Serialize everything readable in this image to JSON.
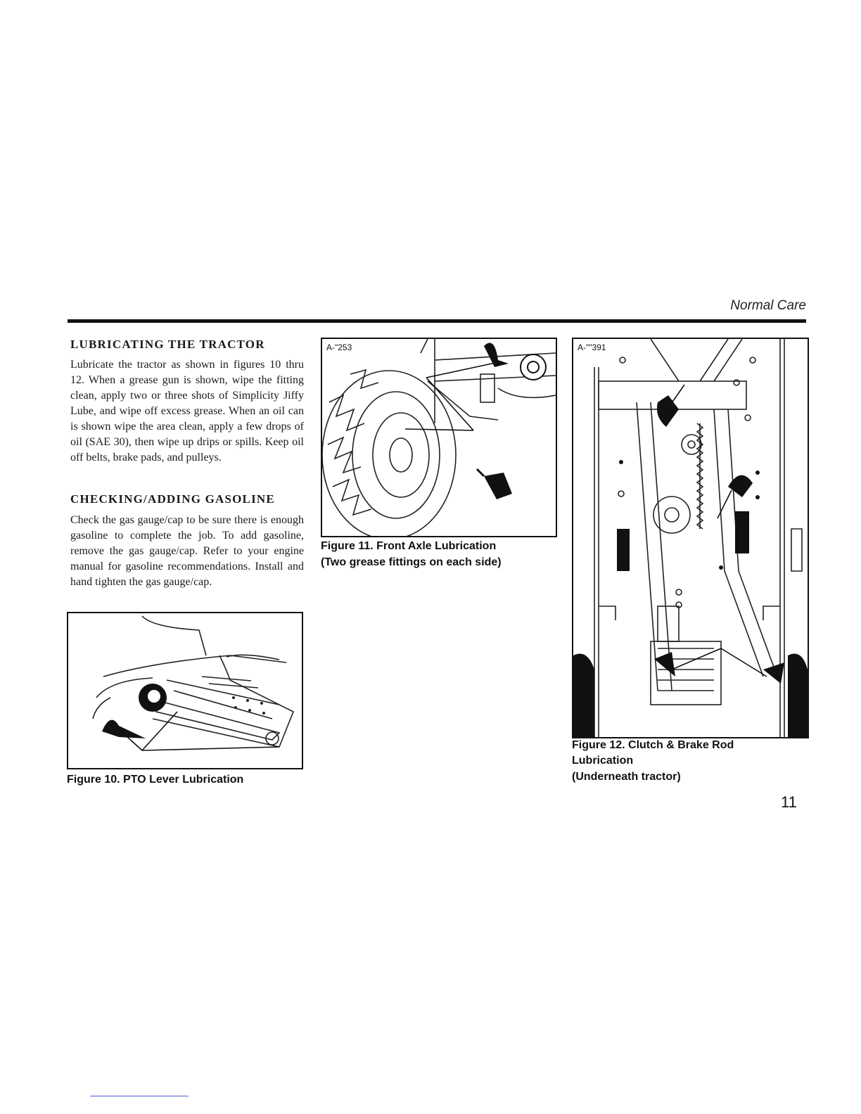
{
  "header": {
    "section_title": "Normal Care"
  },
  "sections": [
    {
      "heading": "LUBRICATING THE TRACTOR",
      "body": "Lubricate the tractor as shown in figures 10 thru 12. When a grease gun is shown, wipe the fitting clean, apply two or three shots of Simplicity Jiffy Lube, and wipe off excess grease. When an oil can is shown wipe the area clean, apply a few drops of oil (SAE 30), then wipe up drips or spills. Keep oil off belts, brake pads, and pulleys."
    },
    {
      "heading": "CHECKING/ADDING GASOLINE",
      "body": "Check the gas gauge/cap to be sure there is enough gasoline to complete the job. To add gasoline, remove the gas gauge/cap. Refer to your engine manual for gasoline recommendations. Install and hand tighten the gas gauge/cap."
    }
  ],
  "figures": {
    "fig10": {
      "caption": "Figure 10. PTO Lever Lubrication"
    },
    "fig11": {
      "label": "A-\"253",
      "caption_line1": "Figure 11. Front Axle Lubrication",
      "caption_line2": "(Two grease fittings on each side)"
    },
    "fig12": {
      "label": "A-\"\"391",
      "caption_line1": "Figure 12. Clutch & Brake Rod",
      "caption_line2": "Lubrication",
      "caption_line3": "(Underneath tractor)"
    }
  },
  "page_number": "11"
}
